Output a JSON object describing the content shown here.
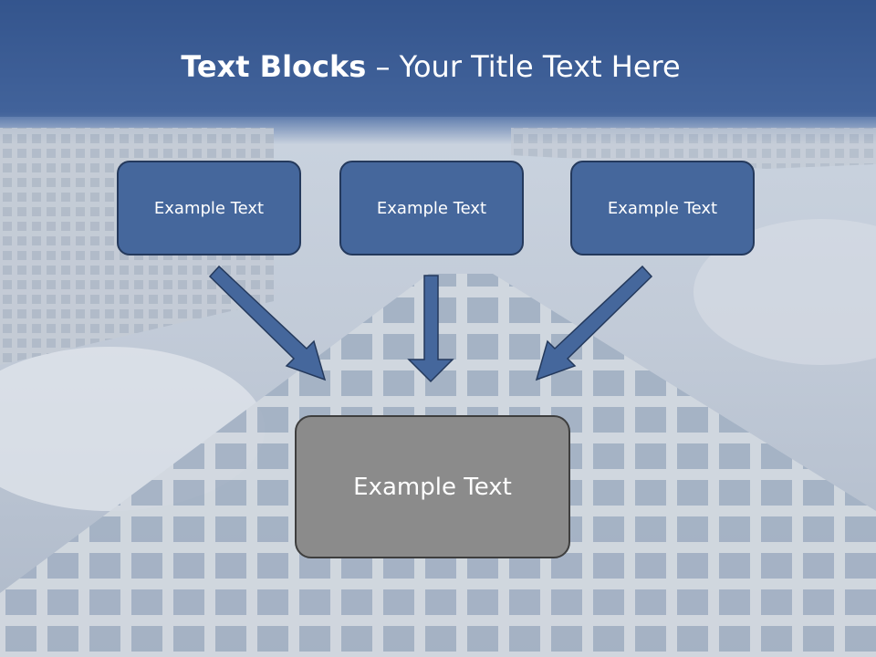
{
  "title": {
    "bold": "Text Blocks",
    "rest": " – Your Title Text Here"
  },
  "blocks": [
    {
      "label": "Example Text"
    },
    {
      "label": "Example Text"
    },
    {
      "label": "Example Text"
    }
  ],
  "center_block": {
    "label": "Example Text"
  },
  "colors": {
    "header": "#385a92",
    "block_fill": "#45679c",
    "block_border": "#24395c",
    "center_fill": "#8b8b8b",
    "arrow_fill": "#45679c"
  }
}
